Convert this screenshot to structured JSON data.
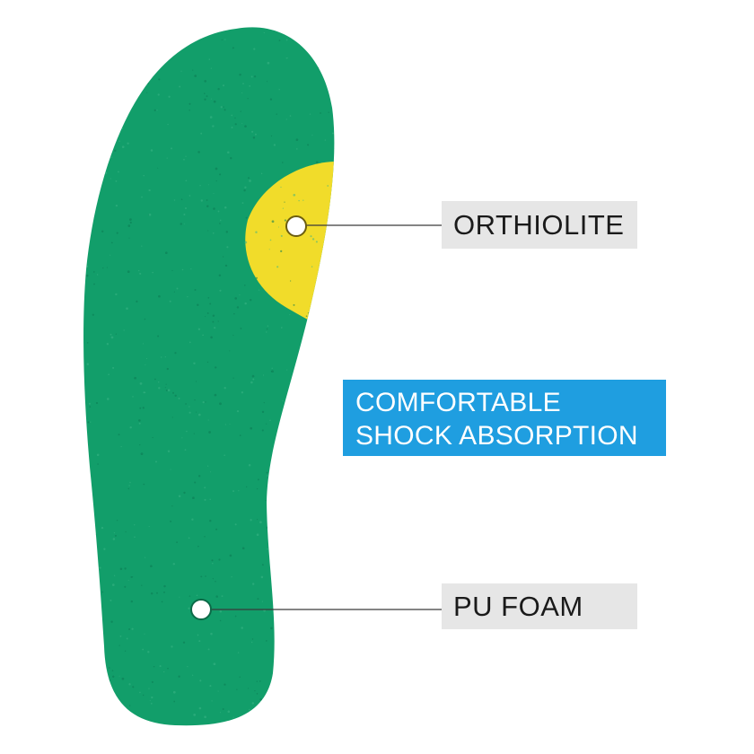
{
  "labels": {
    "top": "ORTHIOLITE",
    "bottom": "PU FOAM"
  },
  "banner": {
    "line1": "COMFORTABLE",
    "line2": "SHOCK ABSORPTION"
  },
  "colors": {
    "insole_green": "#129e6a",
    "insole_yellow": "#f1dc2a",
    "label_background": "#e6e6e6",
    "banner_background": "#1f9ee0",
    "banner_text": "#ffffff",
    "label_text": "#1a1a1a",
    "leader_line": "#3a3a3a",
    "marker_fill": "#ffffff"
  },
  "icons": {
    "top_marker": "circle-marker",
    "bottom_marker": "circle-marker"
  }
}
